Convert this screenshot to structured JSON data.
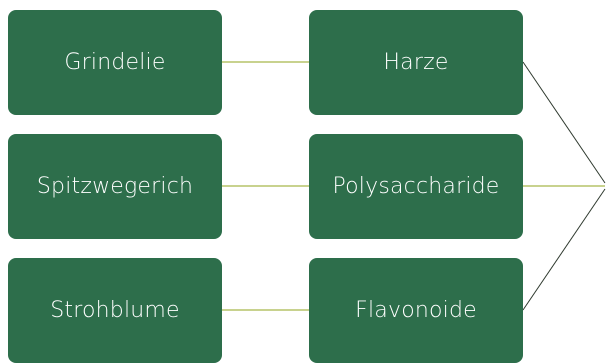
{
  "colors": {
    "node_fill": "#2d6e4b",
    "connector": "#a8b84a",
    "node_text": "#ffffff"
  },
  "plants": [
    {
      "label": "Grindelie"
    },
    {
      "label": "Spitzwegerich"
    },
    {
      "label": "Strohblume"
    }
  ],
  "compounds": [
    {
      "label": "Harze"
    },
    {
      "label": "Polysaccharide"
    },
    {
      "label": "Flavonoide"
    }
  ]
}
